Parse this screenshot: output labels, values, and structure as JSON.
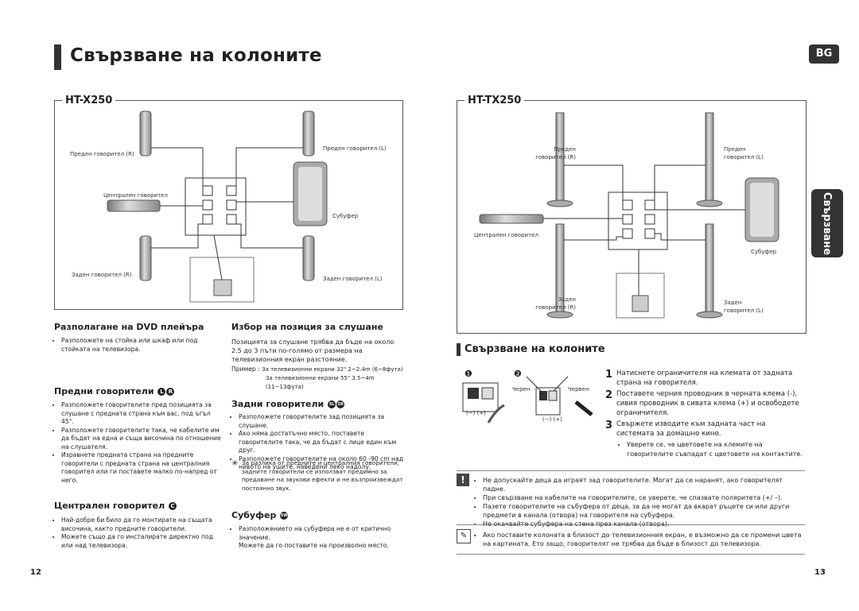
{
  "header": {
    "title": "Свързване на колоните",
    "lang_badge": "BG",
    "side_tab": "Свързване"
  },
  "left_diagram": {
    "model": "HT-X250",
    "labels": {
      "front_r": "Преден говорител (R)",
      "front_l": "Преден говорител (L)",
      "center": "Централен говорител",
      "subwoofer": "Субуфер",
      "rear_r": "Заден говорител (R)",
      "rear_l": "Заден говорител (L)"
    }
  },
  "right_diagram": {
    "model": "HT-TX250",
    "labels": {
      "front_r_1": "Преден",
      "front_r_2": "говорител (R)",
      "front_l_1": "Преден",
      "front_l_2": "говорител (L)",
      "center": "Централен говорител",
      "subwoofer": "Субуфер",
      "rear_r_1": "Заден",
      "rear_r_2": "говорител (R)",
      "rear_l_1": "Заден",
      "rear_l_2": "говорител (L)"
    }
  },
  "sections": {
    "dvd": {
      "title": "Разполагане на DVD плейъра",
      "bullets": [
        "Разположете на стойка или шкаф или под стойката на телевизора."
      ]
    },
    "listening": {
      "title": "Избор на позиция за слушане",
      "text": "Позицията за слушане трябва да бъде на около 2.5 до 3 пъти по-голямо от размера на телевизионния екран разстояние.",
      "example_label": "Пример :",
      "example_1": "За телевизионни екрани 32\" 2~2.4m (6~8фута)",
      "example_2": "За телевизионни екрани 55\" 3.5~4m (11~13фута)"
    },
    "front": {
      "title": "Предни говорители",
      "badge_l": "L",
      "badge_r": "R",
      "bullets": [
        "Разположете говорителите пред позицията за слушане с предната страна към вас, под ъгъл 45°.",
        "Разположете говорителите така, че кабелите им да бъдат на една и съща височина по отношение на слушателя.",
        "Изравнете предната страна на предните говорители с предната страна на централния говорител или ги поставете малко по-напред от него."
      ]
    },
    "rear": {
      "title": "Задни говорители",
      "badge_sl": "SL",
      "badge_sr": "SR",
      "bullets": [
        "Разположете говорителите зад позицията за слушане.",
        "Ако няма достатъчно място, поставете говорителите така, че да бъдат с лице един към друг.",
        "Разположете говорителите на около 60 -90 cm над нивото на ушите, наведени леко надолу."
      ],
      "note_mark": "✳",
      "note": "За разлика от предните и централния говорители, задните говорители се използват предимно за предаване на звукови ефекти и не възпроизвеждат постоянно звук."
    },
    "center": {
      "title": "Централен говорител",
      "badge": "C",
      "bullets": [
        "Най-добре би било да го монтирате на същата височина, както предните говорители.",
        "Можете също да го инсталирате директно под или над телевизора."
      ]
    },
    "sub": {
      "title": "Субуфер",
      "badge": "SW",
      "bullets": [
        "Разположението на субуфера не е от критично значение."
      ],
      "extra": "Можете да го поставите на произволно място."
    }
  },
  "connect": {
    "title": "Свързване на колоните",
    "fig": {
      "n1": "❶",
      "n2": "❷",
      "black": "Черен",
      "red": "Червен",
      "minus_plus": "(−) (+)"
    },
    "steps": [
      {
        "n": "1",
        "text": "Натиснете ограничителя на клемата от задната страна на говорителя."
      },
      {
        "n": "2",
        "text": "Поставете черния проводник в черната клема (-), сивия проводник в сивата клема (+) и освободете ограничителя."
      },
      {
        "n": "3",
        "text": "Свържете изводите към задната част на системата за домашно кино.",
        "sub": "Уверете се, че цветовете на клемите на говорителите съвпадат с цветовете на контактите."
      }
    ],
    "warning": [
      "Не допускайте деца да играят зад говорителите. Могат да се наранят, ако говорителят падне.",
      "При свързване на кабелите на говорителите, се уверете, че спазвате поляритета (+/ –).",
      "Пазете говорителите на събуфера от деца, за да не могат да вкарат ръцете си или други предмети в канала (отвора) на говорителя на субуфера.",
      "Не окачвайте субуфера на стена през канала (отвора)."
    ],
    "note": "Ако поставите колоната в близост до телевизионния екран, е възможно да се промени цвета на картината. Ето защо, говорителят не трябва да бъде в близост до телевизора."
  },
  "pages": {
    "left": "12",
    "right": "13"
  }
}
